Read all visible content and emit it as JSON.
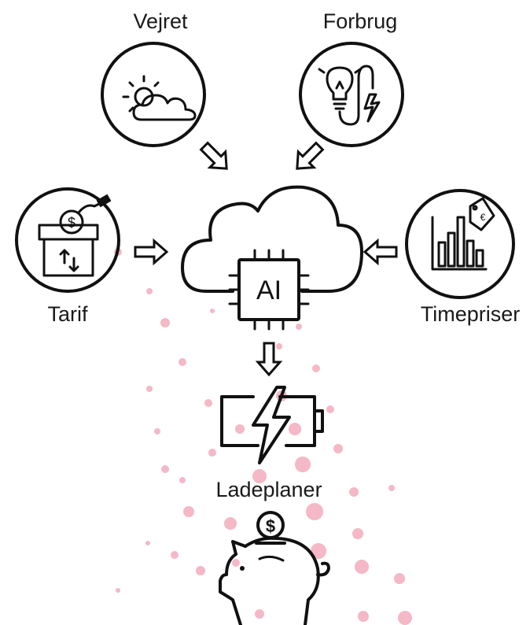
{
  "nodes": {
    "weather": {
      "label": "Vejret",
      "icon": "sun-cloud-icon"
    },
    "consumption": {
      "label": "Forbrug",
      "icon": "bulb-plug-icon"
    },
    "tariff": {
      "label": "Tarif",
      "icon": "coin-box-icon"
    },
    "hourly_prices": {
      "label": "Timepriser",
      "icon": "price-bar-chart-icon"
    },
    "ai_cloud": {
      "label": "AI",
      "icon": "cloud-ai-chip-icon"
    },
    "charging_plans": {
      "label": "Ladeplaner",
      "icon": "battery-charging-icon"
    },
    "savings": {
      "label": "$",
      "icon": "piggy-bank-icon"
    }
  },
  "colors": {
    "line": "#111111",
    "dots": "#f4b8c6"
  }
}
